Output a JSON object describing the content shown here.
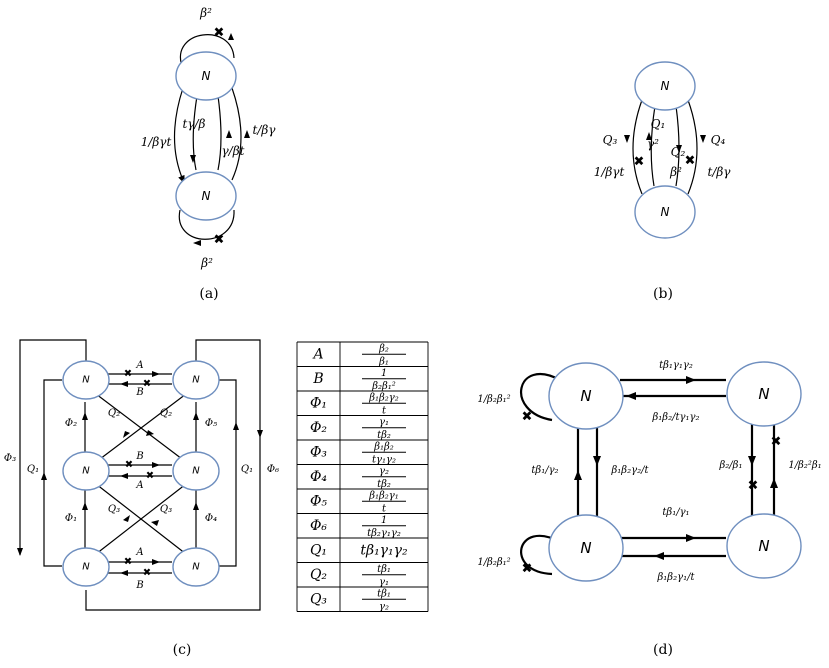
{
  "node_label": "N",
  "cross_mark": "✖",
  "panel_a": {
    "caption": "(a)",
    "loop_top_label": "β²",
    "loop_bottom_label": "β²",
    "left_label": "1/βγt",
    "inner_left_label": "tγ/β",
    "inner_right_label": "γ/βt",
    "right_label": "t/βγ"
  },
  "panel_b": {
    "caption": "(b)",
    "q1": "Q₁",
    "q2": "Q₂",
    "q3": "Q₃",
    "q4": "Q₄",
    "gamma_sq": "γ²",
    "beta_sq": "β²",
    "left_label": "1/βγt",
    "right_label": "t/βγ"
  },
  "panel_c": {
    "caption": "(c)",
    "edge_a": "A",
    "edge_b": "B",
    "phi1": "Φ₁",
    "phi2": "Φ₂",
    "phi3": "Φ₃",
    "phi4": "Φ₄",
    "phi5": "Φ₅",
    "phi6": "Φ₆",
    "q1": "Q₁",
    "q2": "Q₂",
    "q3": "Q₃",
    "table": [
      {
        "key": "A",
        "value": "β₂/β₁"
      },
      {
        "key": "B",
        "value": "1/β₂β₁²"
      },
      {
        "key": "Φ₁",
        "value": "β₁β₂γ₂/t"
      },
      {
        "key": "Φ₂",
        "value": "γ₁/tβ₂"
      },
      {
        "key": "Φ₃",
        "value": "β₁β₂/tγ₁γ₂"
      },
      {
        "key": "Φ₄",
        "value": "γ₂/tβ₂"
      },
      {
        "key": "Φ₅",
        "value": "β₁β₂γ₁/t"
      },
      {
        "key": "Φ₆",
        "value": "1/tβ₂γ₁γ₂"
      },
      {
        "key": "Q₁",
        "value": "tβ₁γ₁γ₂"
      },
      {
        "key": "Q₂",
        "value": "tβ₁/γ₁"
      },
      {
        "key": "Q₃",
        "value": "tβ₁/γ₂"
      }
    ]
  },
  "panel_d": {
    "caption": "(d)",
    "top_edge_label": "tβ₁γ₁γ₂",
    "top_return_label": "β₁β₂/tγ₁γ₂",
    "left_loop_top_label": "1/β₂β₁²",
    "left_loop_bottom_label": "1/β₂β₁²",
    "left_up_label": "tβ₁/γ₂",
    "left_down_label": "β₁β₂γ₂/t",
    "right_inner_label": "β₂/β₁",
    "right_outer_label": "1/β₂²β₁",
    "bottom_edge_label": "tβ₁/γ₁",
    "bottom_return_label": "β₁β₂γ₁/t"
  }
}
